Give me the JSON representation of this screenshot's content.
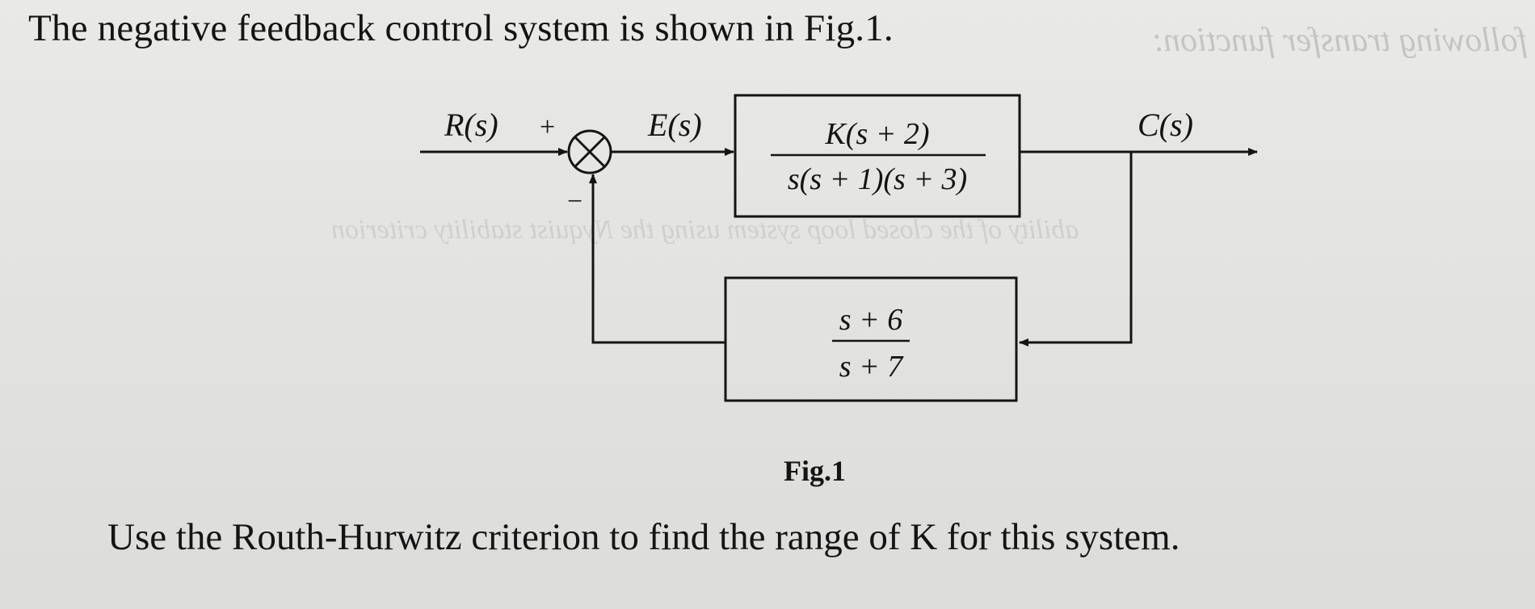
{
  "problem": {
    "intro": "The negative feedback control system is shown in Fig.1.",
    "caption": "Fig.1",
    "question": "Use the Routh-Hurwitz criterion to find the range of K for this system."
  },
  "diagram": {
    "input_label": "R(s)",
    "plus_sign": "+",
    "minus_sign": "−",
    "error_label": "E(s)",
    "output_label": "C(s)",
    "forward_block": {
      "numerator": "K(s + 2)",
      "denominator": "s(s + 1)(s + 3)"
    },
    "feedback_block": {
      "numerator": "s + 6",
      "denominator": "s + 7"
    }
  },
  "bleed_through": {
    "top_right": "following transfer function:",
    "middle": "ability of the closed loop system using the Nyquist stability criterion"
  }
}
